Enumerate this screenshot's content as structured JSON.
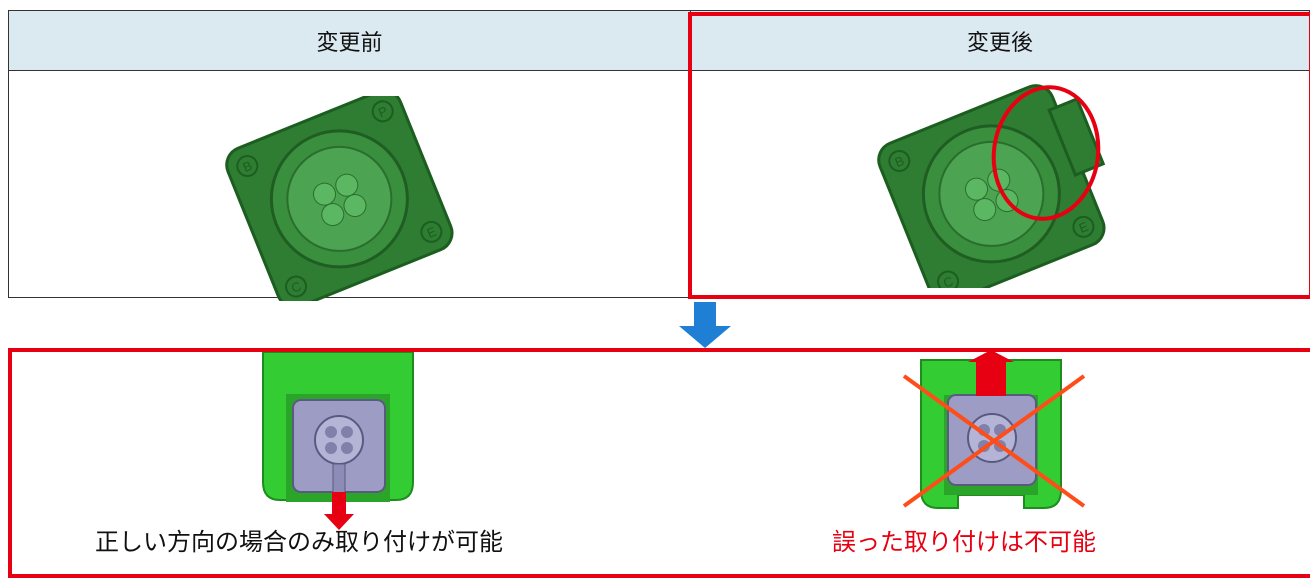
{
  "table": {
    "header_before": "変更前",
    "header_after": "変更後"
  },
  "part_labels": {
    "b": "B",
    "p": "P",
    "c": "C",
    "e": "E"
  },
  "captions": {
    "correct": "正しい方向の場合のみ取り付けが可能",
    "wrong": "誤った取り付けは不可能"
  },
  "colors": {
    "highlight_red": "#e60012",
    "header_bg": "#dbe9f1",
    "connector_green": "#2e7d32",
    "holder_green": "#33cc33",
    "arrow_blue": "#1f7fd4",
    "plug_gray": "#9c9cc4"
  }
}
